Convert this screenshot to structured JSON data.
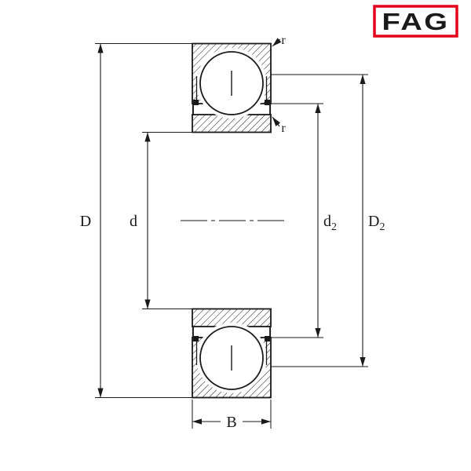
{
  "brand": {
    "logo_text": "FAG",
    "logo_color": "#E2001A"
  },
  "dimension_labels": {
    "outer_diameter": "D",
    "bore": "d",
    "seal_land_inner": {
      "main": "d",
      "sub": "2"
    },
    "seal_land_outer": {
      "main": "D",
      "sub": "2"
    },
    "width": "B",
    "chamfer_top": "r",
    "chamfer_inner": "r"
  },
  "colors": {
    "line": "#1a1a1a",
    "logo_red": "#E2001A",
    "background": "#ffffff"
  }
}
